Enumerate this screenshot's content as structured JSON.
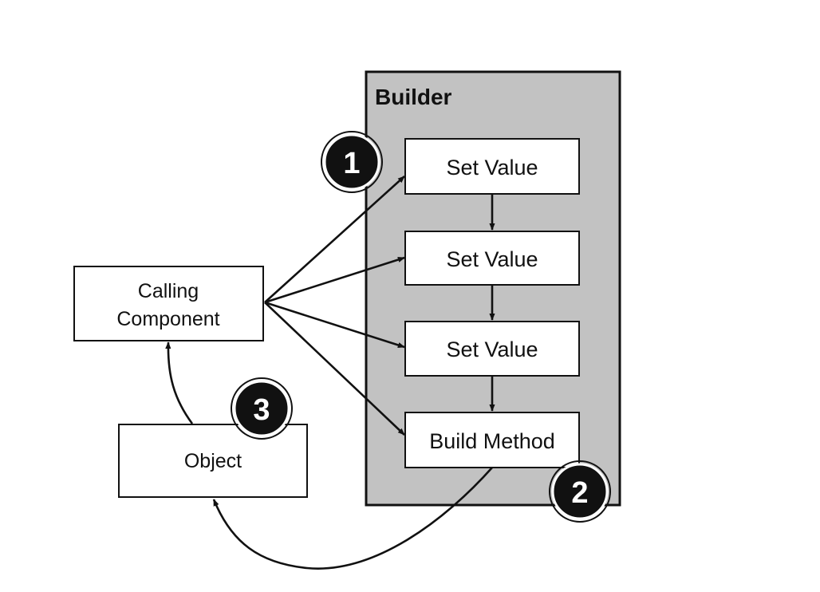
{
  "diagram": {
    "builder": {
      "title": "Builder"
    },
    "nodes": {
      "set_value_1": "Set Value",
      "set_value_2": "Set Value",
      "set_value_3": "Set Value",
      "build_method": "Build Method",
      "calling_component_line1": "Calling",
      "calling_component_line2": "Component",
      "object": "Object"
    },
    "badges": {
      "step_1": "1",
      "step_2": "2",
      "step_3": "3"
    }
  }
}
